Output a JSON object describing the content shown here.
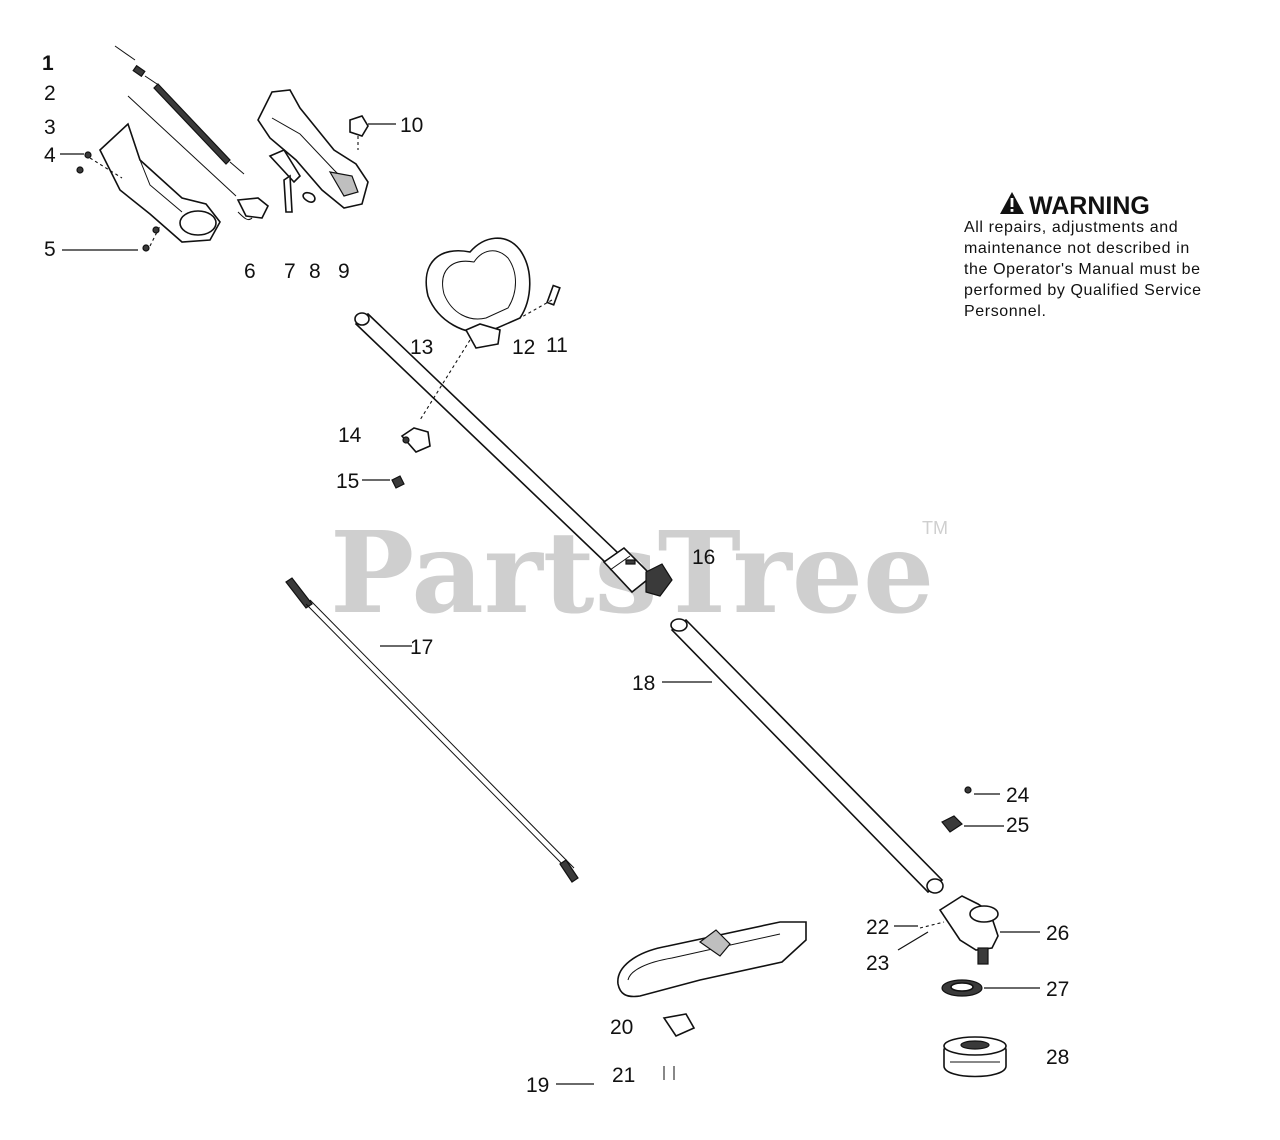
{
  "watermark": {
    "text": "PartsTree",
    "trademark": "TM"
  },
  "warning": {
    "title": "WARNING",
    "lines": [
      "All repairs, adjustments and",
      "maintenance not described in",
      "the Operator's Manual must be",
      "performed by Qualified Service",
      "Personnel."
    ]
  },
  "callouts": {
    "c1": "1",
    "c2": "2",
    "c3": "3",
    "c4": "4",
    "c5": "5",
    "c6": "6",
    "c7": "7",
    "c8": "8",
    "c9": "9",
    "c10": "10",
    "c11": "11",
    "c12": "12",
    "c13": "13",
    "c14": "14",
    "c15": "15",
    "c16": "16",
    "c17": "17",
    "c18": "18",
    "c19": "19",
    "c20": "20",
    "c21": "21",
    "c22": "22",
    "c23": "23",
    "c24": "24",
    "c25": "25",
    "c26": "26",
    "c27": "27",
    "c28": "28"
  }
}
